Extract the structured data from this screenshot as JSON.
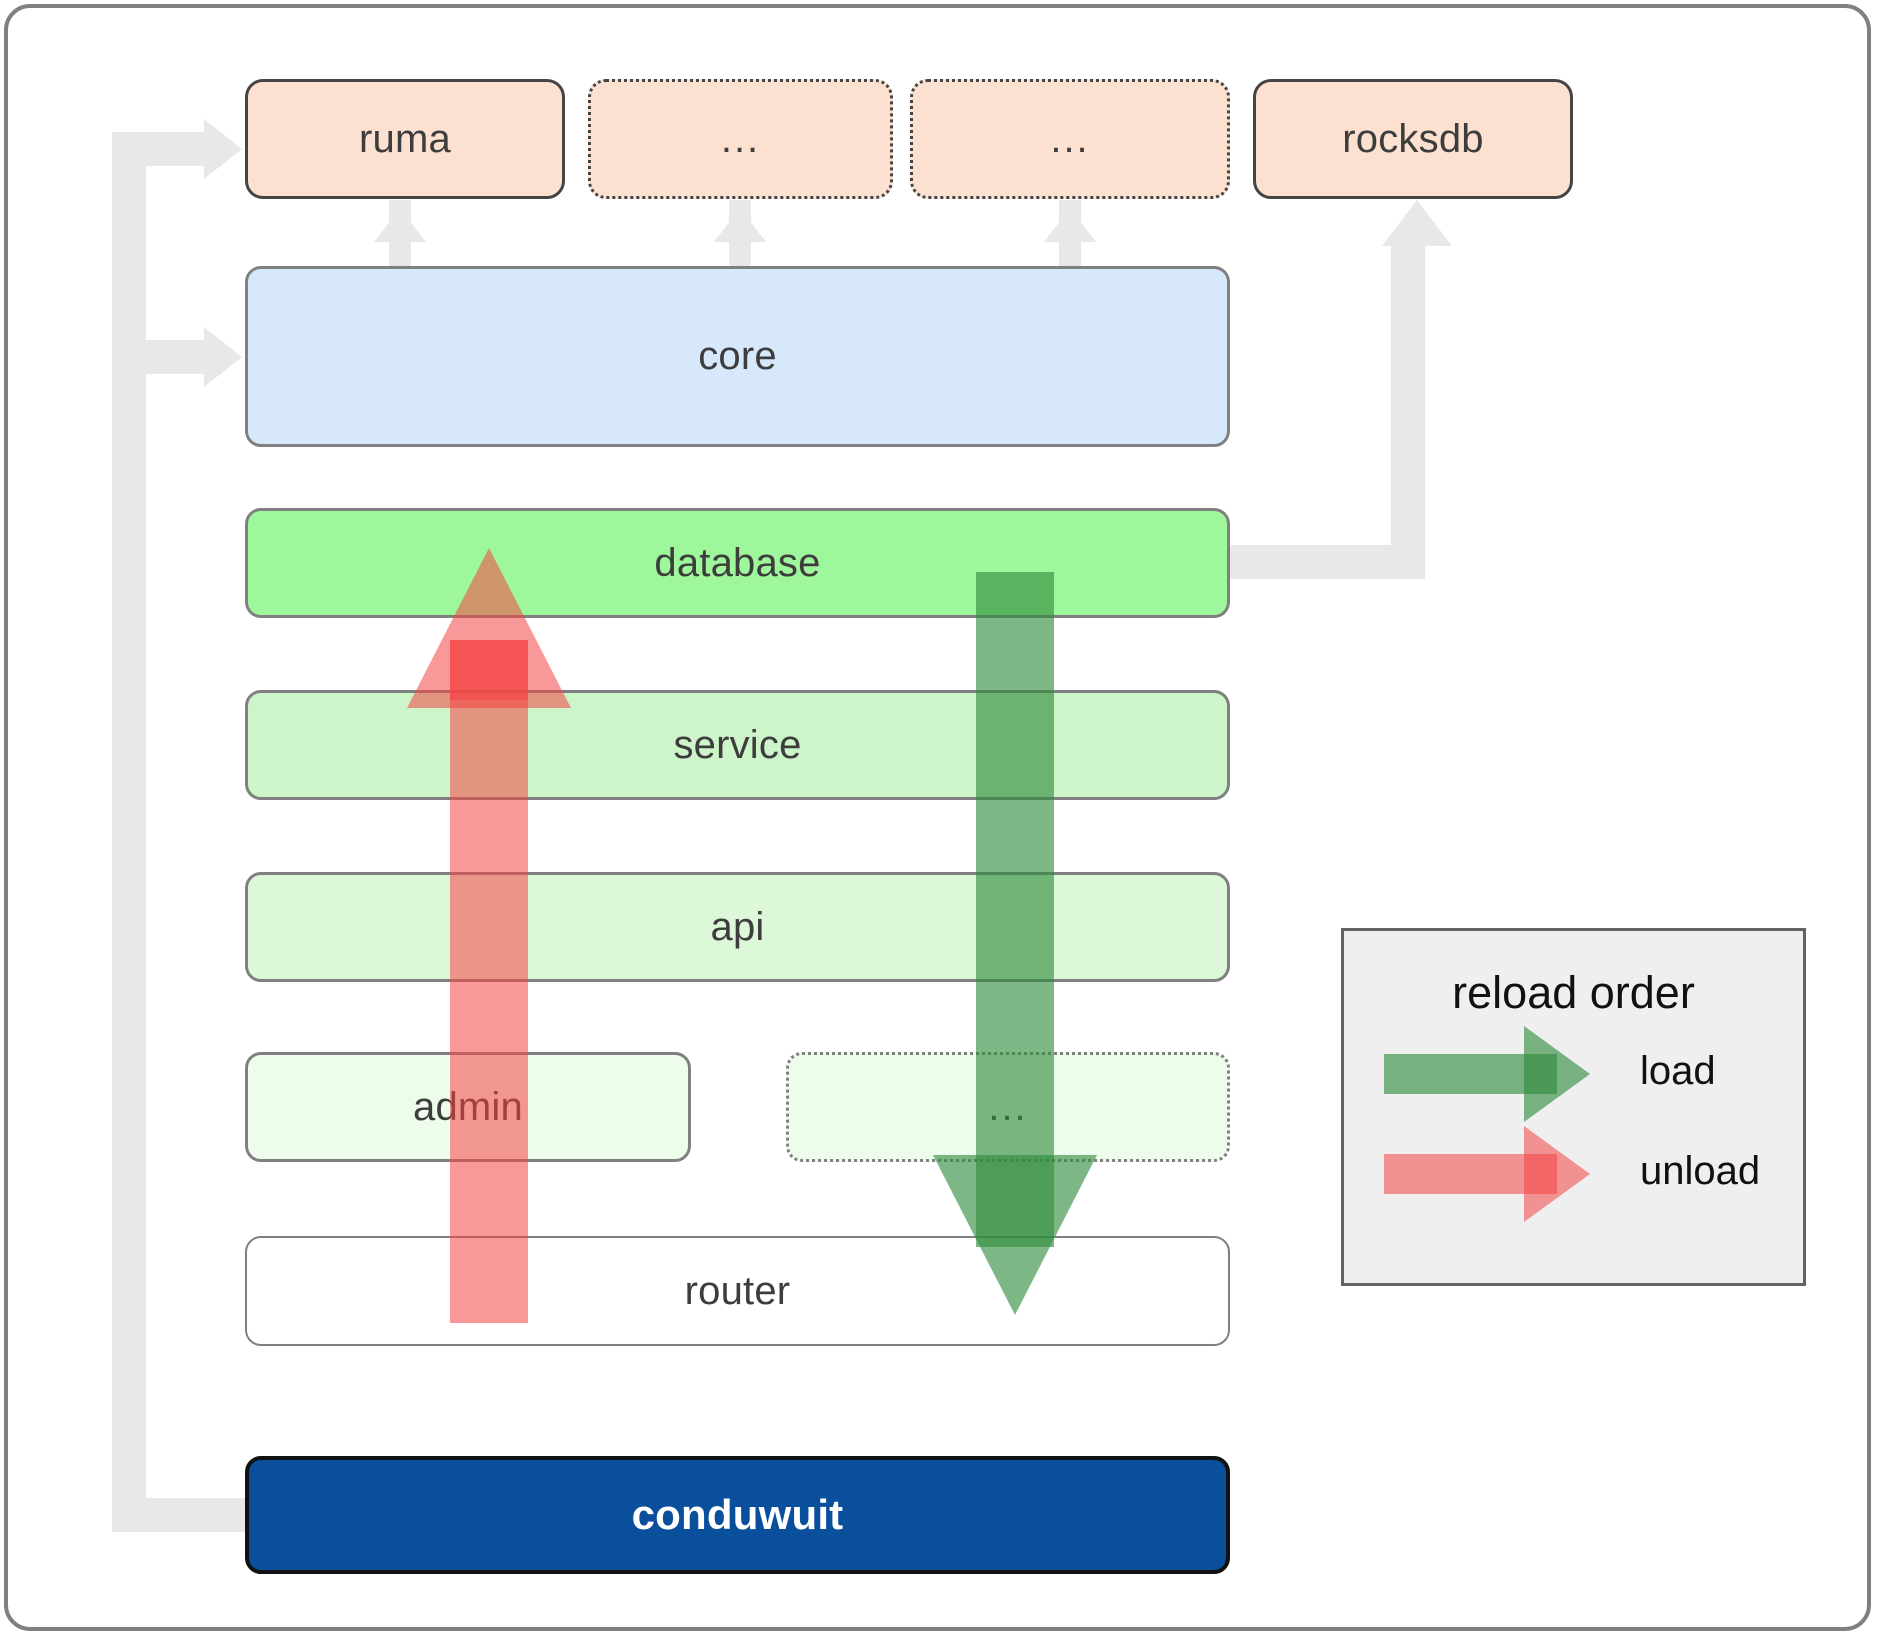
{
  "diagram": {
    "title": "conduwuit crate dependency / reload order diagram",
    "colors": {
      "peach": "#fce1d0",
      "core_blue": "#d7e8fb",
      "database_green": "#9ff79c",
      "service_green": "#cdf5c9",
      "api_green": "#ddf8d9",
      "admin_green": "#edfceb",
      "router_white": "#ffffff",
      "conduwuit_navy": "#0a4f9c",
      "connector_gray": "#e8e8e8",
      "border_gray": "#808080",
      "border_dark": "#454545",
      "load_green": "#2e8b3c",
      "unload_red": "#f44343",
      "legend_bg": "#efefef"
    },
    "external_row": [
      {
        "label": "ruma",
        "style": "solid"
      },
      {
        "label": "...",
        "style": "dotted"
      },
      {
        "label": "...",
        "style": "dotted"
      },
      {
        "label": "rocksdb",
        "style": "solid"
      }
    ],
    "core": {
      "label": "core"
    },
    "stack": [
      {
        "label": "database",
        "style": "solid"
      },
      {
        "label": "service",
        "style": "solid"
      },
      {
        "label": "api",
        "style": "solid"
      },
      {
        "label": "admin",
        "style": "solid"
      },
      {
        "label": "...",
        "style": "dotted"
      },
      {
        "label": "router",
        "style": "solid"
      }
    ],
    "root": {
      "label": "conduwuit"
    }
  },
  "legend": {
    "title": "reload order",
    "entries": [
      {
        "label": "load",
        "color": "#2e8b3c",
        "direction": "down"
      },
      {
        "label": "unload",
        "color": "#f44343",
        "direction": "up"
      }
    ]
  }
}
